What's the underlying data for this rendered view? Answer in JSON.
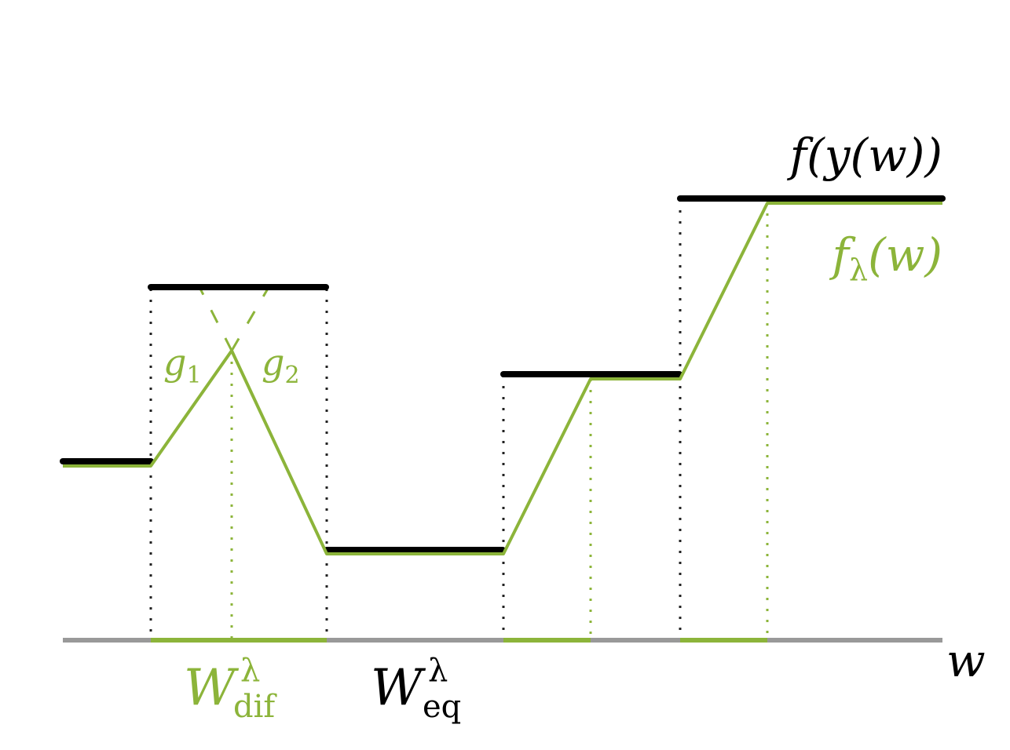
{
  "colors": {
    "black": "#000000",
    "green": "#8cb43a",
    "axis_gray": "#999999"
  },
  "labels": {
    "f_y_w": "f(y(w))",
    "f_lambda_w_main": "f",
    "f_lambda_w_sub": "λ",
    "f_lambda_w_arg": "(w)",
    "g1_main": "g",
    "g1_sub": "1",
    "g2_main": "g",
    "g2_sub": "2",
    "W_dif_main": "W",
    "W_dif_sup": "λ",
    "W_dif_sub": "dif",
    "W_eq_main": "W",
    "W_eq_sup": "λ",
    "W_eq_sub": "eq",
    "axis_w": "w"
  }
}
